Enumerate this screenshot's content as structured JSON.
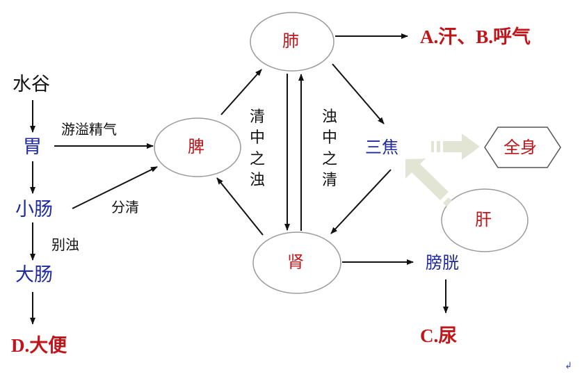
{
  "organs": {
    "lung": "肺",
    "spleen": "脾",
    "kidney": "肾",
    "liver": "肝",
    "sanjiao": "三焦",
    "bladder": "膀胱",
    "whole_body": "全身"
  },
  "digestive": {
    "food": "水谷",
    "stomach": "胃",
    "small_intestine": "小肠",
    "large_intestine": "大肠"
  },
  "edge_labels": {
    "essence_overflow": "游溢精气",
    "separate_clear": "分清",
    "separate_turbid": "别浊",
    "clear_within_turbid": [
      "清",
      "中",
      "之",
      "浊"
    ],
    "turbid_within_clear": [
      "浊",
      "中",
      "之",
      "清"
    ]
  },
  "outputs": {
    "lung_output": "A.汗、B.呼气",
    "bladder_output": "C.尿",
    "large_intestine_output": "D.大便"
  },
  "corner_mark": "↲",
  "colors": {
    "organ_text": "#c0151a",
    "channel_text": "#1f2aa0",
    "label_text": "#111111",
    "wide_arrow": "#e3e5d4"
  }
}
